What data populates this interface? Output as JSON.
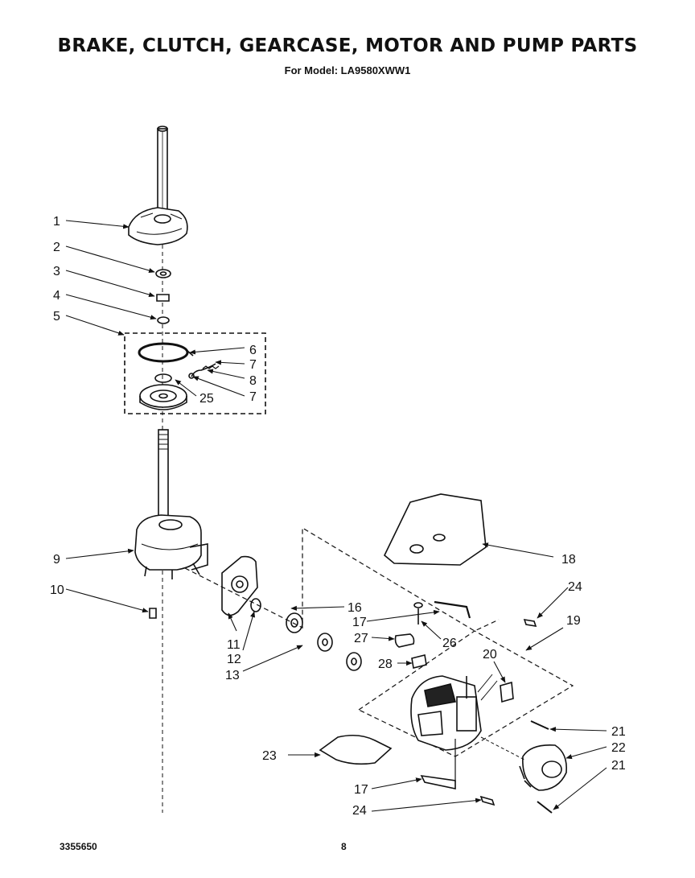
{
  "header": {
    "title": "BRAKE, CLUTCH, GEARCASE, MOTOR AND PUMP PARTS",
    "subtitle": "For Model: LA9580XWW1"
  },
  "callouts": [
    "1",
    "2",
    "3",
    "4",
    "5",
    "6",
    "7",
    "8",
    "7",
    "25",
    "9",
    "10",
    "16",
    "17",
    "27",
    "26",
    "28",
    "11",
    "12",
    "13",
    "18",
    "24",
    "19",
    "20",
    "21",
    "22",
    "21",
    "23",
    "17",
    "24"
  ],
  "footer": {
    "doc_number": "3355650",
    "page_number": "8"
  }
}
